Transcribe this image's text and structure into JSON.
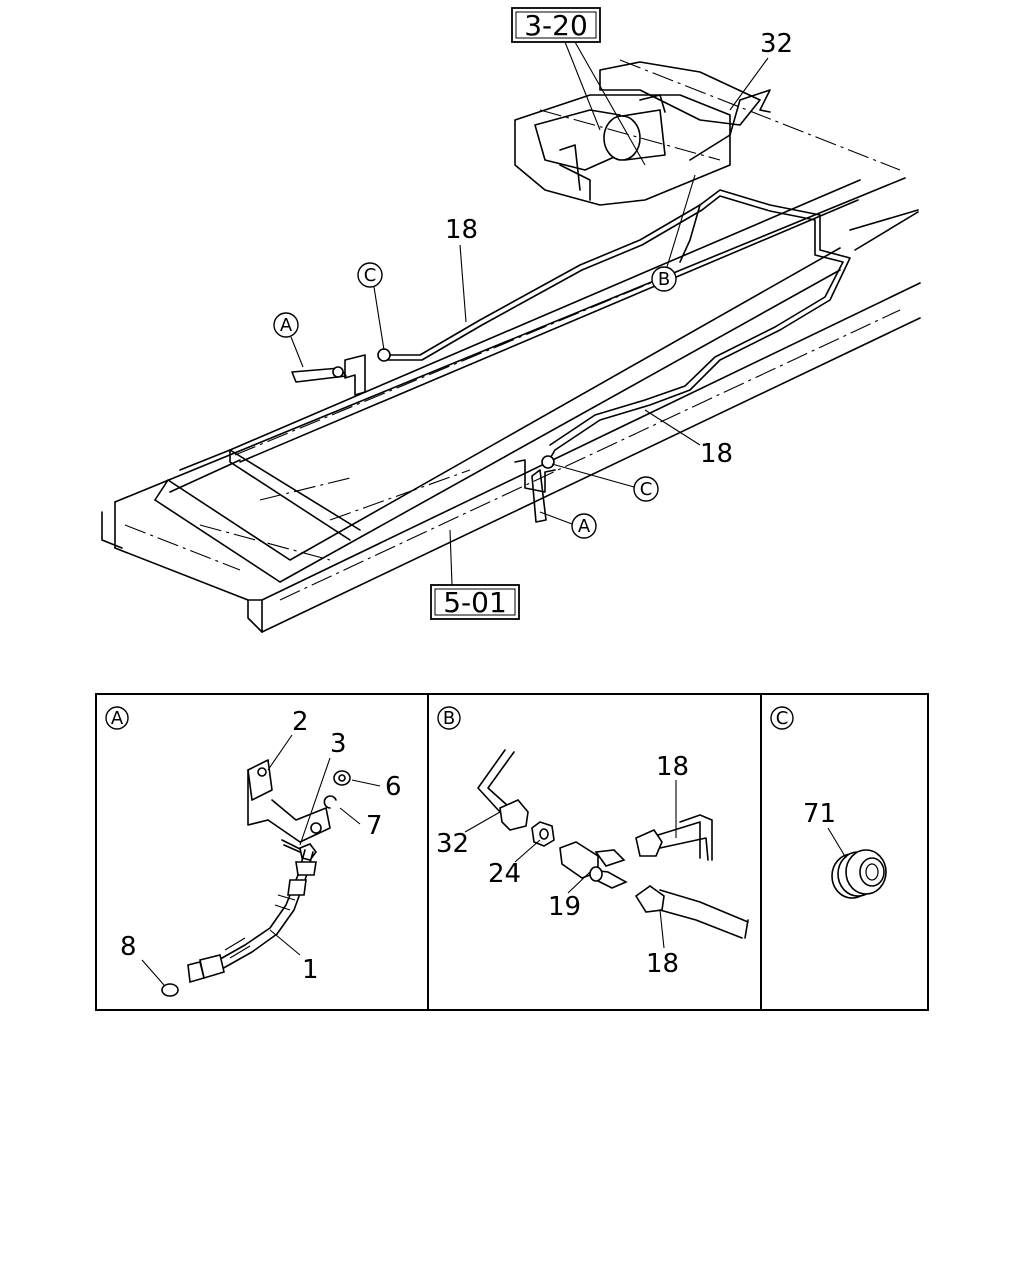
{
  "main_view": {
    "ref_box_top": "3-20",
    "ref_box_bottom": "5-01",
    "callouts": {
      "part_32": "32",
      "part_18_upper": "18",
      "part_18_lower": "18",
      "detail_a_upper": "A",
      "detail_a_lower": "A",
      "detail_b": "B",
      "detail_c_upper": "C",
      "detail_c_lower": "C"
    }
  },
  "detail_panels": [
    {
      "id": "A",
      "parts": {
        "p2": "2",
        "p3": "3",
        "p6": "6",
        "p7": "7",
        "p8": "8",
        "p1": "1"
      }
    },
    {
      "id": "B",
      "parts": {
        "p32": "32",
        "p24": "24",
        "p19": "19",
        "p18_top": "18",
        "p18_bottom": "18"
      }
    },
    {
      "id": "C",
      "parts": {
        "p71": "71"
      }
    }
  ]
}
